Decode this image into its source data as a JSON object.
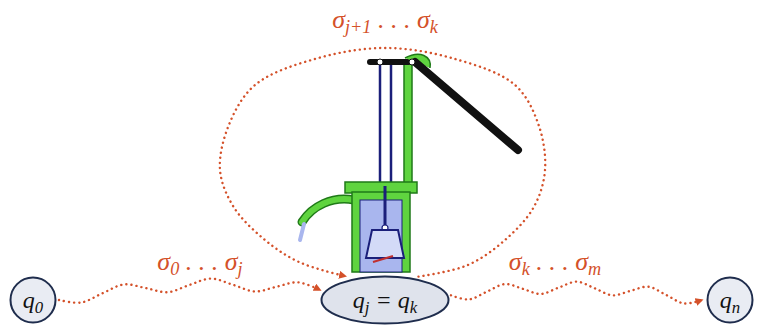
{
  "diagram": {
    "nodes": [
      {
        "text": [
          "q0"
        ]
      },
      {
        "text": [
          "qj = qk"
        ]
      },
      {
        "text": [
          "qn"
        ]
      }
    ],
    "edges": [
      {
        "from": 0,
        "to": 1,
        "arrow": "to",
        "label": "σ0 . . . σj"
      },
      {
        "from": 1,
        "to": 1,
        "arrow": "to",
        "label": "σj+1 . . . σk"
      },
      {
        "from": 1,
        "to": 2,
        "arrow": "to",
        "label": "σk . . . σm"
      }
    ]
  }
}
